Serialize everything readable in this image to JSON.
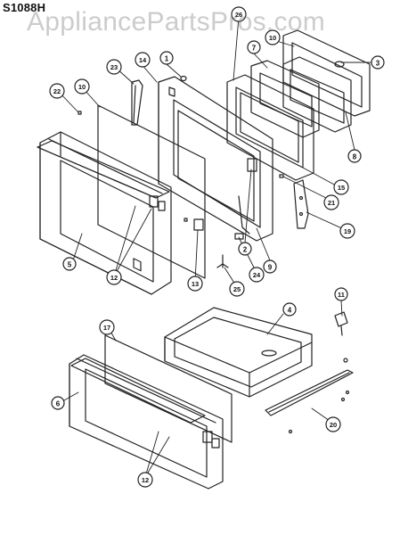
{
  "header": {
    "model_number": "S1088H",
    "watermark": "AppliancePartsPros.com"
  },
  "callouts": [
    {
      "id": "c1",
      "label": "1"
    },
    {
      "id": "c2",
      "label": "2"
    },
    {
      "id": "c3",
      "label": "3"
    },
    {
      "id": "c4",
      "label": "4"
    },
    {
      "id": "c5",
      "label": "5"
    },
    {
      "id": "c6",
      "label": "6"
    },
    {
      "id": "c7",
      "label": "7"
    },
    {
      "id": "c8",
      "label": "8"
    },
    {
      "id": "c9",
      "label": "9"
    },
    {
      "id": "c10a",
      "label": "10"
    },
    {
      "id": "c10b",
      "label": "10"
    },
    {
      "id": "c11",
      "label": "11"
    },
    {
      "id": "c12a",
      "label": "12"
    },
    {
      "id": "c12b",
      "label": "12"
    },
    {
      "id": "c13",
      "label": "13"
    },
    {
      "id": "c14",
      "label": "14"
    },
    {
      "id": "c15",
      "label": "15"
    },
    {
      "id": "c17",
      "label": "17"
    },
    {
      "id": "c19",
      "label": "19"
    },
    {
      "id": "c20",
      "label": "20"
    },
    {
      "id": "c21",
      "label": "21"
    },
    {
      "id": "c22",
      "label": "22"
    },
    {
      "id": "c23",
      "label": "23"
    },
    {
      "id": "c24",
      "label": "24"
    },
    {
      "id": "c25",
      "label": "25"
    },
    {
      "id": "c26",
      "label": "26"
    }
  ]
}
